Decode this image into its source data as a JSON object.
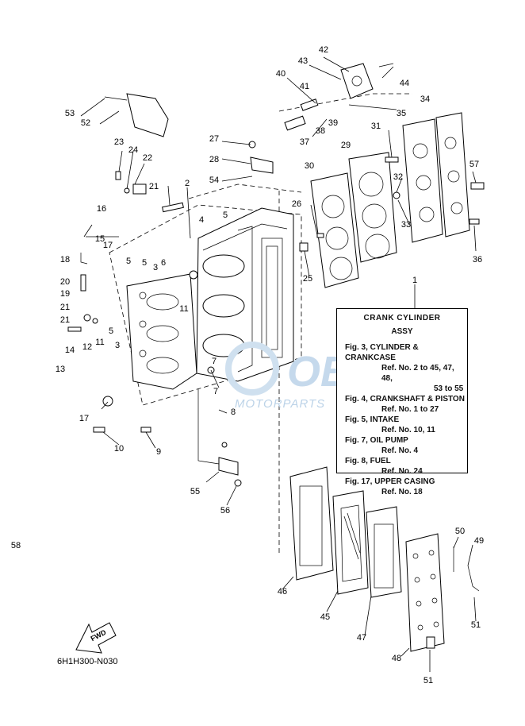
{
  "legend": {
    "title": "CRANK CYLINDER",
    "subtitle": "ASSY",
    "references": [
      {
        "fig": "Fig. 3, CYLINDER & CRANKCASE",
        "refs": [
          "Ref. No. 2 to 45, 47, 48,",
          "53 to 55"
        ]
      },
      {
        "fig": "Fig. 4, CRANKSHAFT & PISTON",
        "refs": [
          "Ref. No. 1 to 27"
        ]
      },
      {
        "fig": "Fig. 5, INTAKE",
        "refs": [
          "Ref. No. 10, 11"
        ]
      },
      {
        "fig": "Fig. 7, OIL PUMP",
        "refs": [
          "Ref. No. 4"
        ]
      },
      {
        "fig": "Fig. 8, FUEL",
        "refs": [
          "Ref. No. 24"
        ]
      },
      {
        "fig": "Fig. 17, UPPER CASING",
        "refs": [
          "Ref. No. 18"
        ]
      }
    ]
  },
  "part_code": "6H1H300-N030",
  "fwd_label": "FWD",
  "watermark": {
    "brand": "OEM",
    "tagline": "MOTORPARTS"
  },
  "callouts": [
    "1",
    "2",
    "3",
    "3",
    "4",
    "5",
    "5",
    "5",
    "5",
    "6",
    "7",
    "7",
    "8",
    "9",
    "10",
    "11",
    "11",
    "12",
    "13",
    "14",
    "15",
    "16",
    "17",
    "17",
    "18",
    "19",
    "20",
    "21",
    "21",
    "21",
    "22",
    "23",
    "24",
    "25",
    "26",
    "27",
    "28",
    "29",
    "30",
    "31",
    "32",
    "33",
    "34",
    "35",
    "36",
    "37",
    "38",
    "39",
    "40",
    "41",
    "42",
    "43",
    "44",
    "45",
    "46",
    "47",
    "48",
    "49",
    "50",
    "51",
    "51",
    "52",
    "53",
    "54",
    "55",
    "56",
    "57",
    "58"
  ]
}
